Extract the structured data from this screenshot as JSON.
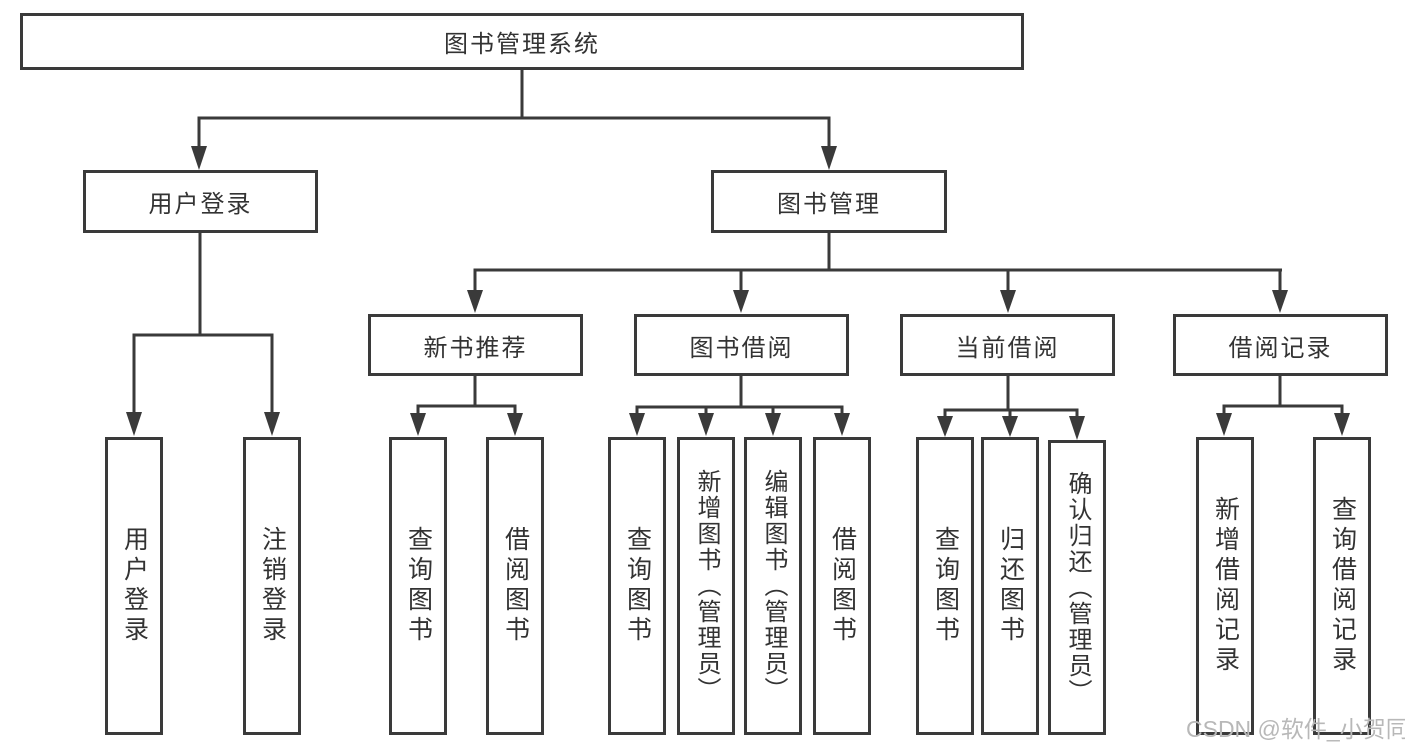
{
  "nodes": {
    "root": "图书管理系统",
    "user_login": "用户登录",
    "book_mgmt": "图书管理",
    "new_book_rec": "新书推荐",
    "book_borrow": "图书借阅",
    "current_borrow": "当前借阅",
    "borrow_record": "借阅记录",
    "ul_login": "用户登录",
    "ul_logout": "注销登录",
    "nbr_query": "查询图书",
    "nbr_borrow": "借阅图书",
    "bb_query": "查询图书",
    "bb_add": "新增图书（管理员）",
    "bb_edit": "编辑图书（管理员）",
    "bb_borrow": "借阅图书",
    "cb_query": "查询图书",
    "cb_return": "归还图书",
    "cb_confirm": "确认归还（管理员）",
    "br_add": "新增借阅记录",
    "br_query": "查询借阅记录"
  },
  "watermark": {
    "text": "CSDN @软件_小贺同学"
  },
  "colors": {
    "line": "#3a3a3a",
    "text": "#333333",
    "box_background": "#ffffff",
    "page_background": "#ffffff",
    "watermark": "#b8b8b8"
  }
}
